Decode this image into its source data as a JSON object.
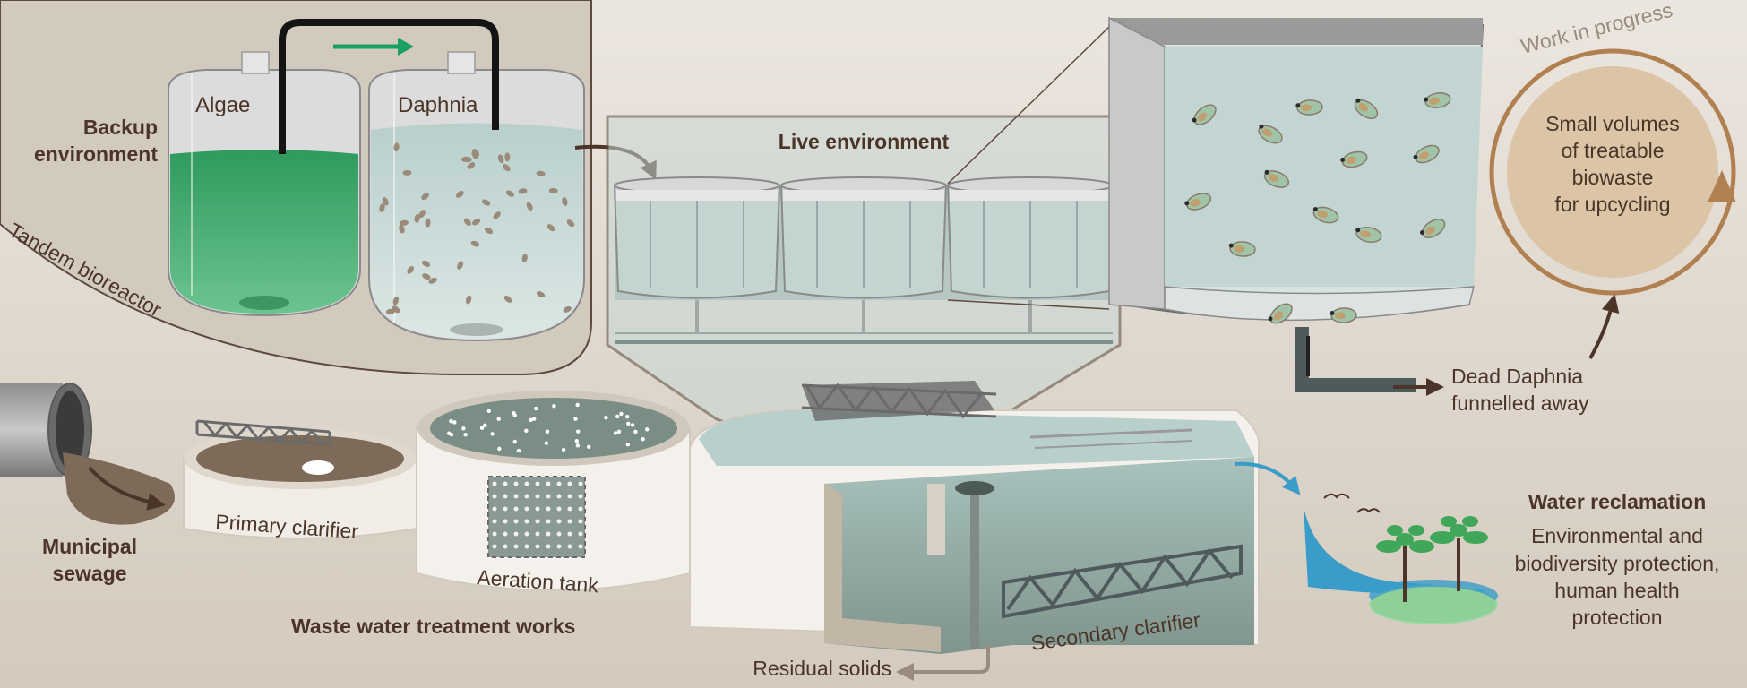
{
  "labels": {
    "backup_line1": "Backup",
    "backup_line2": "environment",
    "algae": "Algae",
    "daphnia": "Daphnia",
    "tandem": "Tandem bioreactor",
    "live": "Live environment",
    "work_in_progress": "Work in progress",
    "small_volumes_line1": "Small volumes",
    "small_volumes_line2": "of treatable",
    "small_volumes_line3": "biowaste",
    "small_volumes_line4": "for upcycling",
    "dead_line1": "Dead Daphnia",
    "dead_line2": "funnelled away",
    "municipal_line1": "Municipal",
    "municipal_line2": "sewage",
    "primary_clarifier": "Primary clarifier",
    "aeration_tank": "Aeration tank",
    "wwtw": "Waste water treatment works",
    "residual_solids": "Residual solids",
    "secondary_clarifier": "Secondary clarifier",
    "water_reclamation": "Water reclamation",
    "reclaim_line1": "Environmental and",
    "reclaim_line2": "biodiversity protection,",
    "reclaim_line3": "human health",
    "reclaim_line4": "protection"
  },
  "colors": {
    "text_dark": "#4a3528",
    "algae_green": "#2f9a5e",
    "flow_arrow_green": "#1aa060",
    "daphnia_water": "#c5d8d5",
    "water_blue": "#3a9cc9",
    "progress_ring": "#b08050",
    "progress_fill": "#dcc4a6",
    "tree_green": "#3fa65a"
  },
  "icons": [
    "flow-arrow-icon",
    "tree-icon",
    "bird-icon",
    "daphnia-icon",
    "pipe-icon"
  ]
}
